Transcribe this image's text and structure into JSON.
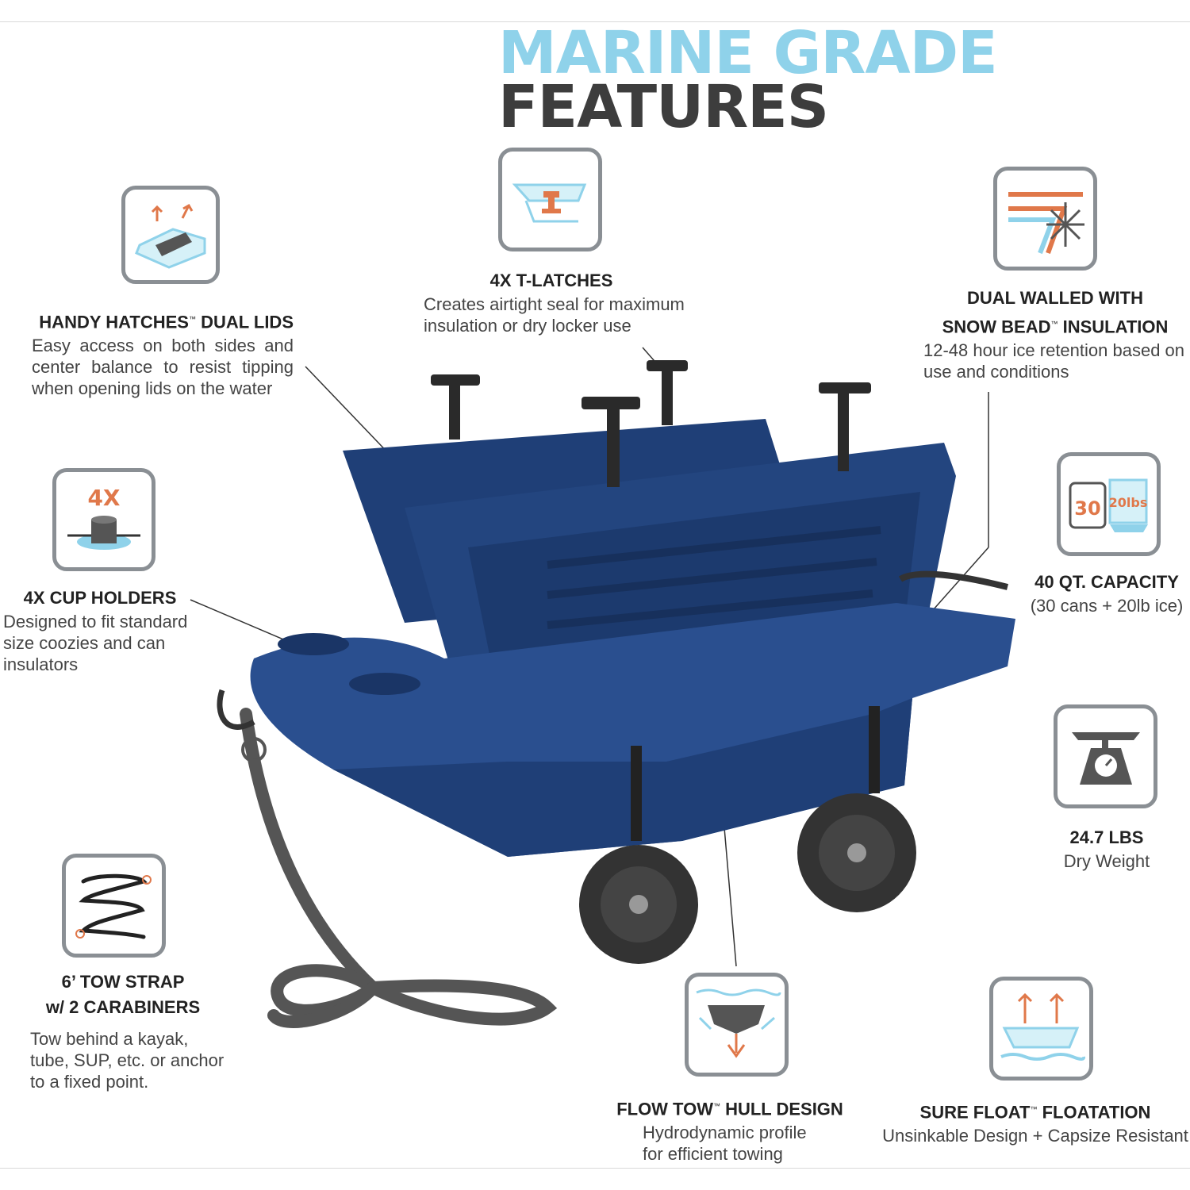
{
  "title": {
    "line1": "MARINE GRADE",
    "line2": "FEATURES"
  },
  "features": {
    "hatches": {
      "title": "HANDY HATCHES",
      "title_suffix": " DUAL LIDS",
      "tm": "™",
      "desc": "Easy access on both sides and center balance to resist tipping when opening lids on the water"
    },
    "latches": {
      "title": "4X T-LATCHES",
      "desc": "Creates airtight seal for maximum insulation or dry locker use"
    },
    "insulation": {
      "title_line1": "DUAL WALLED WITH",
      "title_line2": "SNOW BEAD",
      "title_suffix": " INSULATION",
      "tm": "™",
      "desc": "12-48 hour ice retention based on use and conditions"
    },
    "cupholders": {
      "icon_text": "4X",
      "title": "4X CUP HOLDERS",
      "desc": "Designed to fit standard size coozies and can insulators"
    },
    "capacity": {
      "icon_cans": "30",
      "icon_ice": "20lbs",
      "title": "40 QT. CAPACITY",
      "desc": "(30 cans + 20lb ice)"
    },
    "weight": {
      "title": "24.7 LBS",
      "desc": "Dry Weight"
    },
    "towstrap": {
      "title_line1": "6’ TOW STRAP",
      "title_line2": "w/ 2 CARABINERS",
      "desc": "Tow behind a kayak, tube, SUP, etc. or anchor to a fixed point."
    },
    "hull": {
      "title": "FLOW TOW",
      "title_suffix": " HULL DESIGN",
      "tm": "™",
      "desc": "Hydrodynamic profile for efficient towing"
    },
    "float": {
      "title": "SURE FLOAT",
      "title_suffix": " FLOATATION",
      "tm": "™",
      "desc": "Unsinkable Design + Capsize Resistant"
    }
  },
  "colors": {
    "accent_blue": "#8fd2ea",
    "dark_gray": "#3d3d3d",
    "orange": "#e0784a",
    "navy": "#1f3a6e"
  }
}
